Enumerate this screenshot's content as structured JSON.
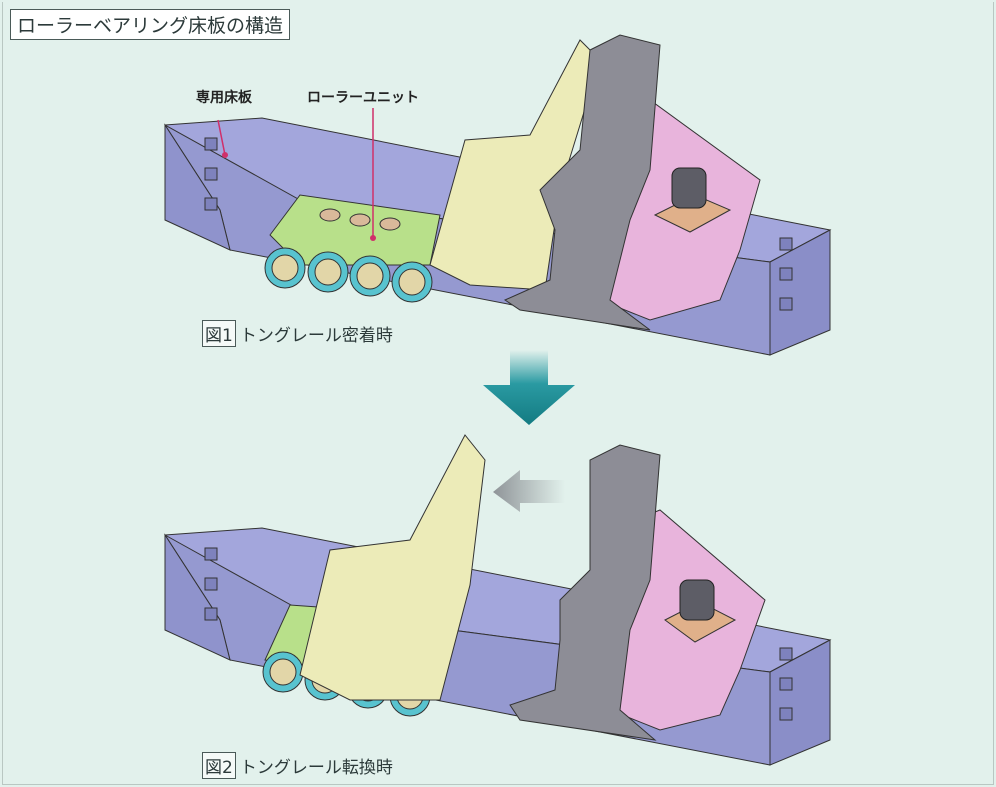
{
  "title": "ローラーベアリング床板の構造",
  "labels": {
    "plate": "専用床板",
    "roller_unit": "ローラーユニット"
  },
  "figure1": {
    "number": "図1",
    "caption": "トングレール密着時"
  },
  "figure2": {
    "number": "図2",
    "caption": "トングレール転換時"
  },
  "colors": {
    "plate": "#9fa3d9",
    "roller_unit": "#b8e08a",
    "tongue_rail": "#ecebb8",
    "stock_rail": "#8d8d96",
    "clamp": "#e8b4dc",
    "arrow_down": "#1e8f96",
    "arrow_left": "#9a9fa3"
  }
}
